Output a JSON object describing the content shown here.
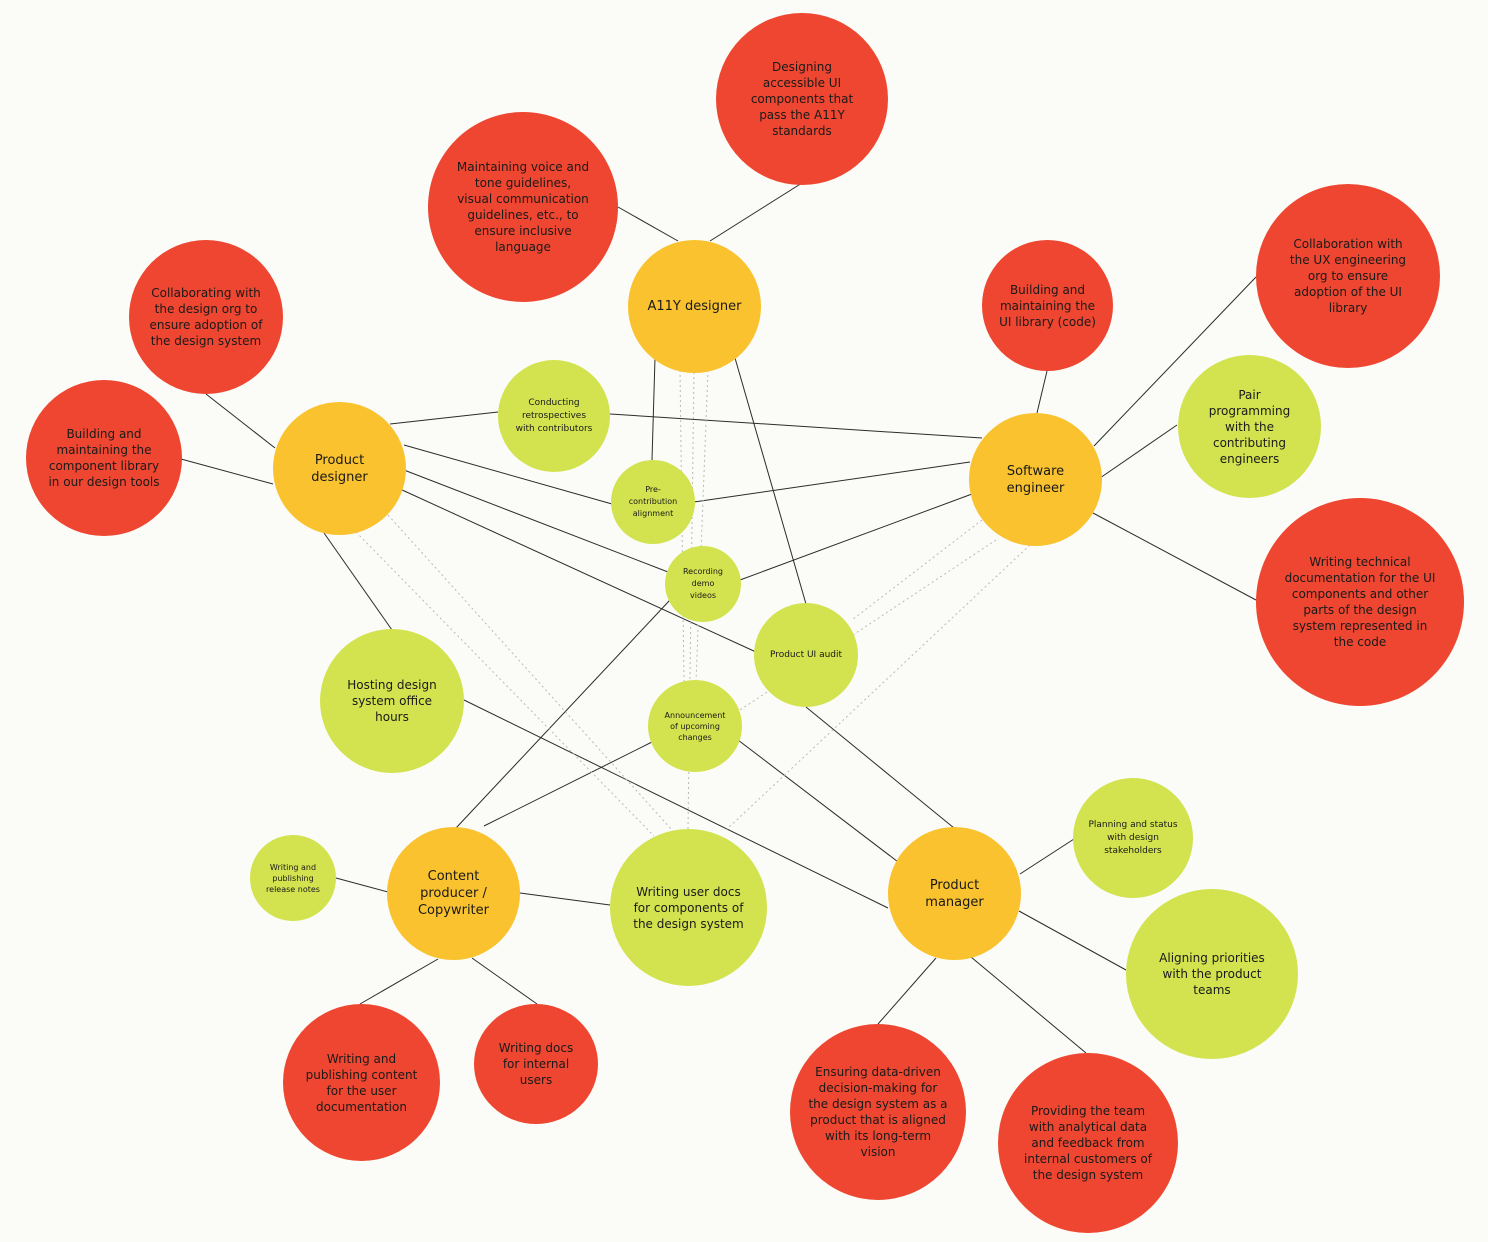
{
  "colors": {
    "role": "#f9c22e",
    "responsibility": "#ee4630",
    "activity": "#d2e34f",
    "solid_line": "#2b2b2b",
    "dotted_line": "#b9b9b9",
    "background": "#fbfcf8"
  },
  "roles": {
    "a11y_designer": "A11Y designer",
    "product_designer": "Product designer",
    "software_engineer": "Software engineer",
    "content_producer": "Content producer / Copywriter",
    "product_manager": "Product manager"
  },
  "responsibilities": {
    "accessible_components": "Designing accessible UI components that pass the A11Y standards",
    "voice_tone": "Maintaining voice and tone guidelines, visual communication guidelines, etc., to ensure inclusive language",
    "collab_design_org": "Collaborating with the design org to ensure adoption of the design system",
    "component_library_design": "Building and maintaining the component library in our design tools",
    "ui_library_code": "Building and maintaining the UI library (code)",
    "collab_ux_eng": "Collaboration with the UX engineering org to ensure adoption of the UI library",
    "tech_docs": "Writing technical documentation for the UI components and other parts of the design system represented in the code",
    "user_doc_content": "Writing and publishing content for the user documentation",
    "internal_docs": "Writing docs for internal users",
    "data_driven": "Ensuring data-driven decision-making for the design system as a product that is aligned with its long-term vision",
    "analytical_data": "Providing the team with analytical data and feedback from internal customers of the design system"
  },
  "activities": {
    "retrospectives": "Conducting retrospectives with contributors",
    "pre_contribution": "Pre-contribution alignment",
    "recording_demo": "Recording demo videos",
    "product_ui_audit": "Product UI audit",
    "announcement": "Announcement of upcoming changes",
    "office_hours": "Hosting design system office hours",
    "pair_programming": "Pair programming with the contributing engineers",
    "release_notes": "Writing and publishing release notes",
    "user_docs": "Writing user docs for components of the design system",
    "planning_status": "Planning and status with design stakeholders",
    "aligning_priorities": "Aligning priorities with the product teams"
  }
}
